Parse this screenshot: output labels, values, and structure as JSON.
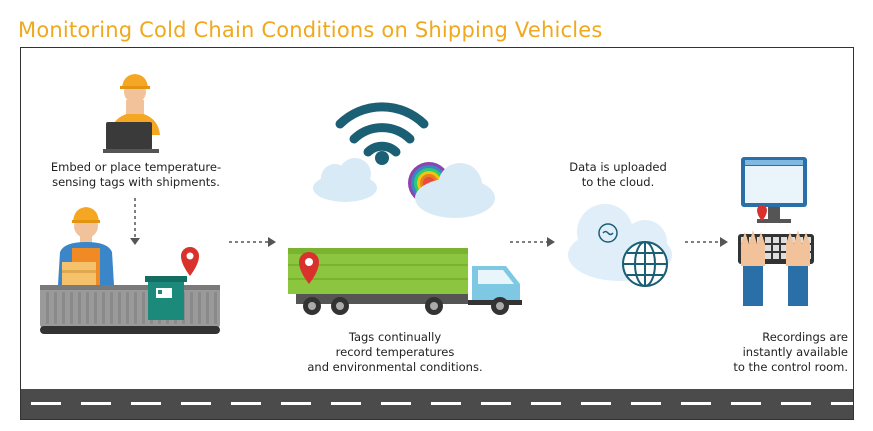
{
  "title": "Monitoring Cold Chain Conditions on Shipping Vehicles",
  "steps": [
    {
      "caption_lines": [
        "Embed or place temperature-",
        "sensing tags with shipments."
      ]
    },
    {
      "caption_lines": [
        "Tags continually",
        "record temperatures",
        "and environmental conditions."
      ]
    },
    {
      "caption_lines": [
        "Data is uploaded",
        "to the cloud."
      ]
    },
    {
      "caption_lines": [
        "Recordings are",
        "instantly available",
        "to the control room."
      ]
    }
  ],
  "colors": {
    "title": "#f0a81c",
    "truck_trailer": "#8cc63f",
    "truck_cab": "#7ec8e3",
    "wifi": "#1a5f73",
    "pin": "#d9312b",
    "road": "#4b4b4b",
    "conveyor": "#9a9a9a",
    "package": "#1b8a7a",
    "cloud": "#dfeef8"
  }
}
